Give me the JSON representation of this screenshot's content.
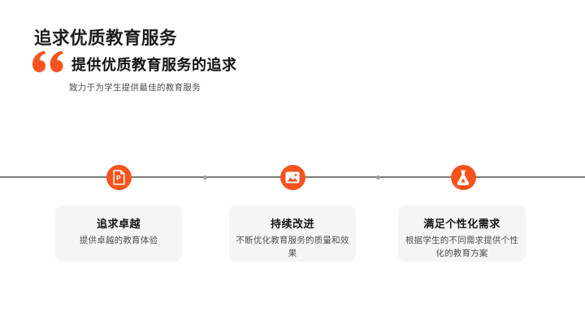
{
  "header": {
    "title": "追求优质教育服务",
    "quote_heading": "提供优质教育服务的追求",
    "subtitle": "致力于为学生提供最佳的教育服务"
  },
  "timeline": {
    "items": [
      {
        "icon": "presentation-file-icon",
        "icon_letter": "P",
        "title": "追求卓越",
        "desc": "提供卓越的教育体验"
      },
      {
        "icon": "image-icon",
        "title": "持续改进",
        "desc": "不断优化教育服务的质量和效果"
      },
      {
        "icon": "flask-icon",
        "title": "满足个性化需求",
        "desc": "根据学生的不同需求提供个性化的教育方案"
      }
    ]
  },
  "colors": {
    "accent": "#F7531E",
    "timeline_line": "#7A7A7A",
    "connector_dot": "#9C9C9C",
    "card_background": "#F5F5F6",
    "title_text": "#1C1C1C",
    "body_text": "#4F4F4F"
  }
}
